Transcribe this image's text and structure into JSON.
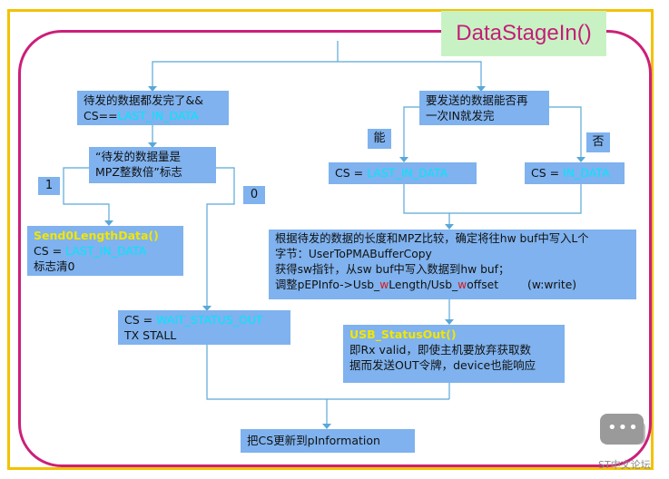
{
  "title": "DataStageIn()",
  "boxes": {
    "all_sent": {
      "line1": "待发的数据都发完了&&",
      "line2_prefix": "CS==",
      "line2_highlight": "LAST_IN_DATA"
    },
    "mpz_flag": {
      "line1": "“待发的数据量是",
      "line2": "MPZ整数倍”标志"
    },
    "send_zero": {
      "func": "Send0LengthData()",
      "line2_prefix": "CS = ",
      "line2_highlight": "LAST_IN_DATA",
      "line3": "标志清0"
    },
    "wait_status": {
      "line1_prefix": "CS = ",
      "line1_highlight": "WAIT_STATUS_OUT",
      "line2": "TX STALL"
    },
    "can_send_once": {
      "line1": "要发送的数据能否再",
      "line2": "一次IN就发完"
    },
    "cs_last": {
      "prefix": "CS = ",
      "highlight": "LAST_IN_DATA"
    },
    "cs_in": {
      "prefix": "CS = ",
      "highlight": "IN_DATA"
    },
    "compare": {
      "line1": "根据待发的数据的长度和MPZ比较，确定将往hw buf中写入L个",
      "line2": "字节：UserToPMABufferCopy",
      "line3": "获得sw指针，从sw buf中写入数据到hw buf；",
      "line4_a": "调整pEPInfo->Usb_",
      "line4_w1": "w",
      "line4_b": "Length/Usb_",
      "line4_w2": "w",
      "line4_c": "offset",
      "line4_note": "(w:write)"
    },
    "status_out": {
      "func": "USB_StatusOut()",
      "line2": "即Rx valid，即使主机要放弃获取数",
      "line3": "据而发送OUT令牌，device也能响应"
    },
    "update": {
      "text": "把CS更新到pInformation"
    }
  },
  "labels": {
    "one": "1",
    "zero": "0",
    "yes": "能",
    "no": "否"
  },
  "watermark": {
    "dots": "•••",
    "text": "ST中文论坛"
  },
  "colors": {
    "frame": "#f2c200",
    "rounded": "#cc1f7a",
    "box": "#7fb2ee",
    "title_bg": "#c9f2c4",
    "title_text": "#c41e78",
    "cyan": "#00e6ff",
    "yellow": "#f2e600",
    "red": "#d81b1b",
    "line": "#5aa8d8"
  }
}
